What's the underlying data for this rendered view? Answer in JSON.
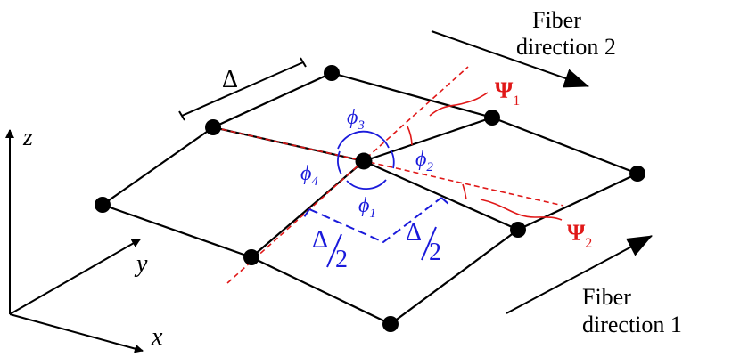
{
  "labels": {
    "delta": "Δ",
    "half_delta_a_num": "Δ",
    "half_delta_a_den": "2",
    "half_delta_b_num": "Δ",
    "half_delta_b_den": "2",
    "phi1": "ϕ",
    "phi1_sub": "1",
    "phi2": "ϕ",
    "phi2_sub": "2",
    "phi3": "ϕ",
    "phi3_sub": "3",
    "phi4": "ϕ",
    "phi4_sub": "4",
    "psi1": "Ψ",
    "psi1_sub": "1",
    "psi2": "Ψ",
    "psi2_sub": "2",
    "fiber1_line1": "Fiber",
    "fiber1_line2": "direction 1",
    "fiber2_line1": "Fiber",
    "fiber2_line2": "direction 2",
    "axis_x": "x",
    "axis_y": "y",
    "axis_z": "z"
  },
  "colors": {
    "structure": "#000000",
    "angles": "#1a1adb",
    "fiber_lines": "#e01818"
  }
}
